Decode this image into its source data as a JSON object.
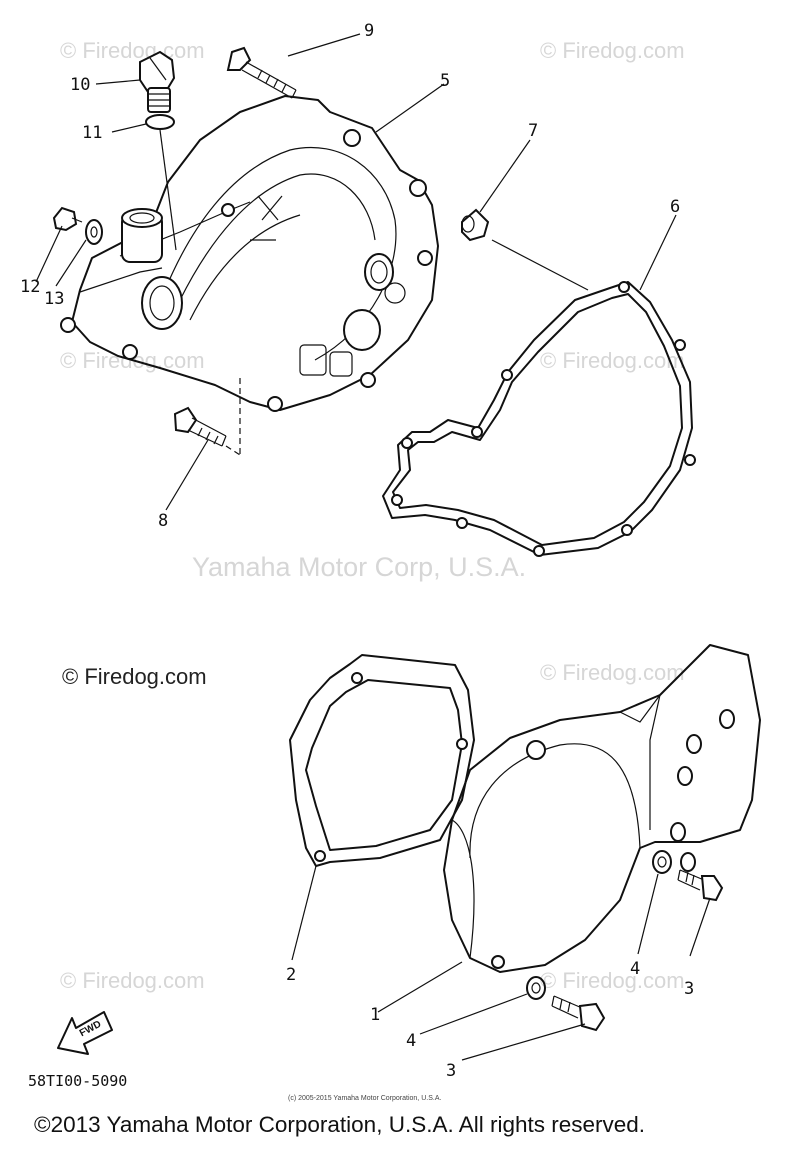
{
  "watermarks": {
    "firedog_text": "© Firedog.com",
    "firedog_main": "© Firedog.com",
    "yamaha_text": "Yamaha Motor Corp, U.S.A."
  },
  "callouts": {
    "c1": "1",
    "c2": "2",
    "c3a": "3",
    "c3b": "3",
    "c4a": "4",
    "c4b": "4",
    "c5": "5",
    "c6": "6",
    "c7": "7",
    "c8": "8",
    "c9": "9",
    "c10": "10",
    "c11": "11",
    "c12": "12",
    "c13": "13"
  },
  "fwd_label": "FWD",
  "part_code": "58TI00-5090",
  "small_copyright": "(c) 2005-2015 Yamaha Motor Corporation, U.S.A.",
  "footer_copyright": "©2013 Yamaha Motor Corporation, U.S.A. All rights reserved."
}
